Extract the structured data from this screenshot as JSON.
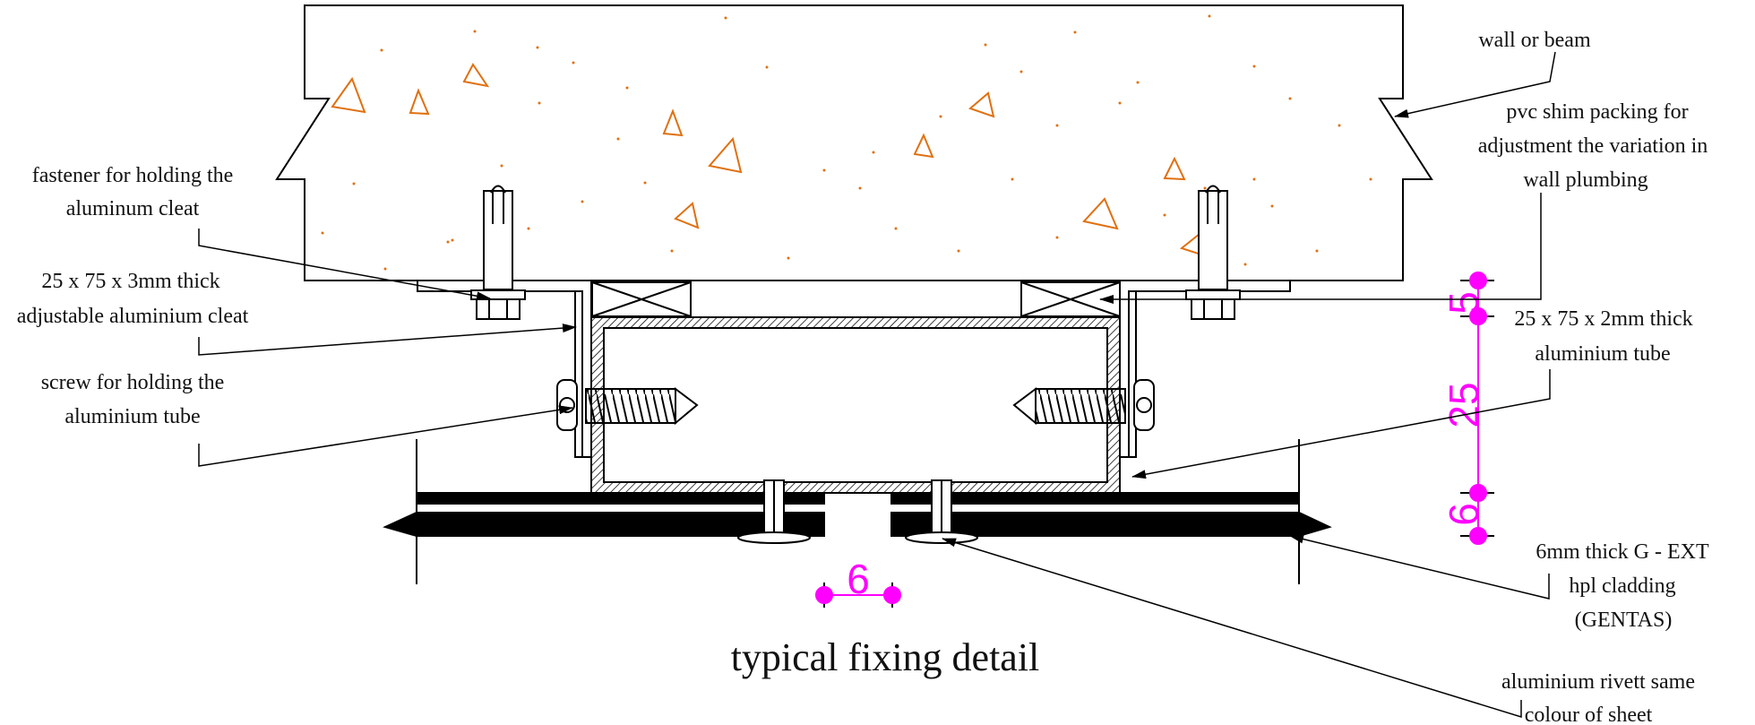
{
  "title": "typical fixing detail",
  "labels": {
    "wall": "wall or beam",
    "shim": [
      "pvc shim packing for",
      "adjustment the variation in",
      "wall plumbing"
    ],
    "fastener": [
      "fastener for holding the",
      "aluminum cleat"
    ],
    "cleat": [
      "25 x 75 x 3mm thick",
      "adjustable aluminium cleat"
    ],
    "screw": [
      "screw for holding the",
      "aluminium tube"
    ],
    "tube": [
      "25 x 75 x 2mm thick",
      "aluminium tube"
    ],
    "cladding": [
      "6mm thick G - EXT",
      "hpl cladding",
      "(GENTAS)"
    ],
    "rivet": [
      "aluminium rivett same",
      "colour of sheet"
    ]
  },
  "dimensions": {
    "shim": "5",
    "tube": "25",
    "panel": "6",
    "gap": "6"
  },
  "colors": {
    "line": "#000000",
    "aggregate": "#e07010",
    "dimension": "#ff00ff"
  }
}
